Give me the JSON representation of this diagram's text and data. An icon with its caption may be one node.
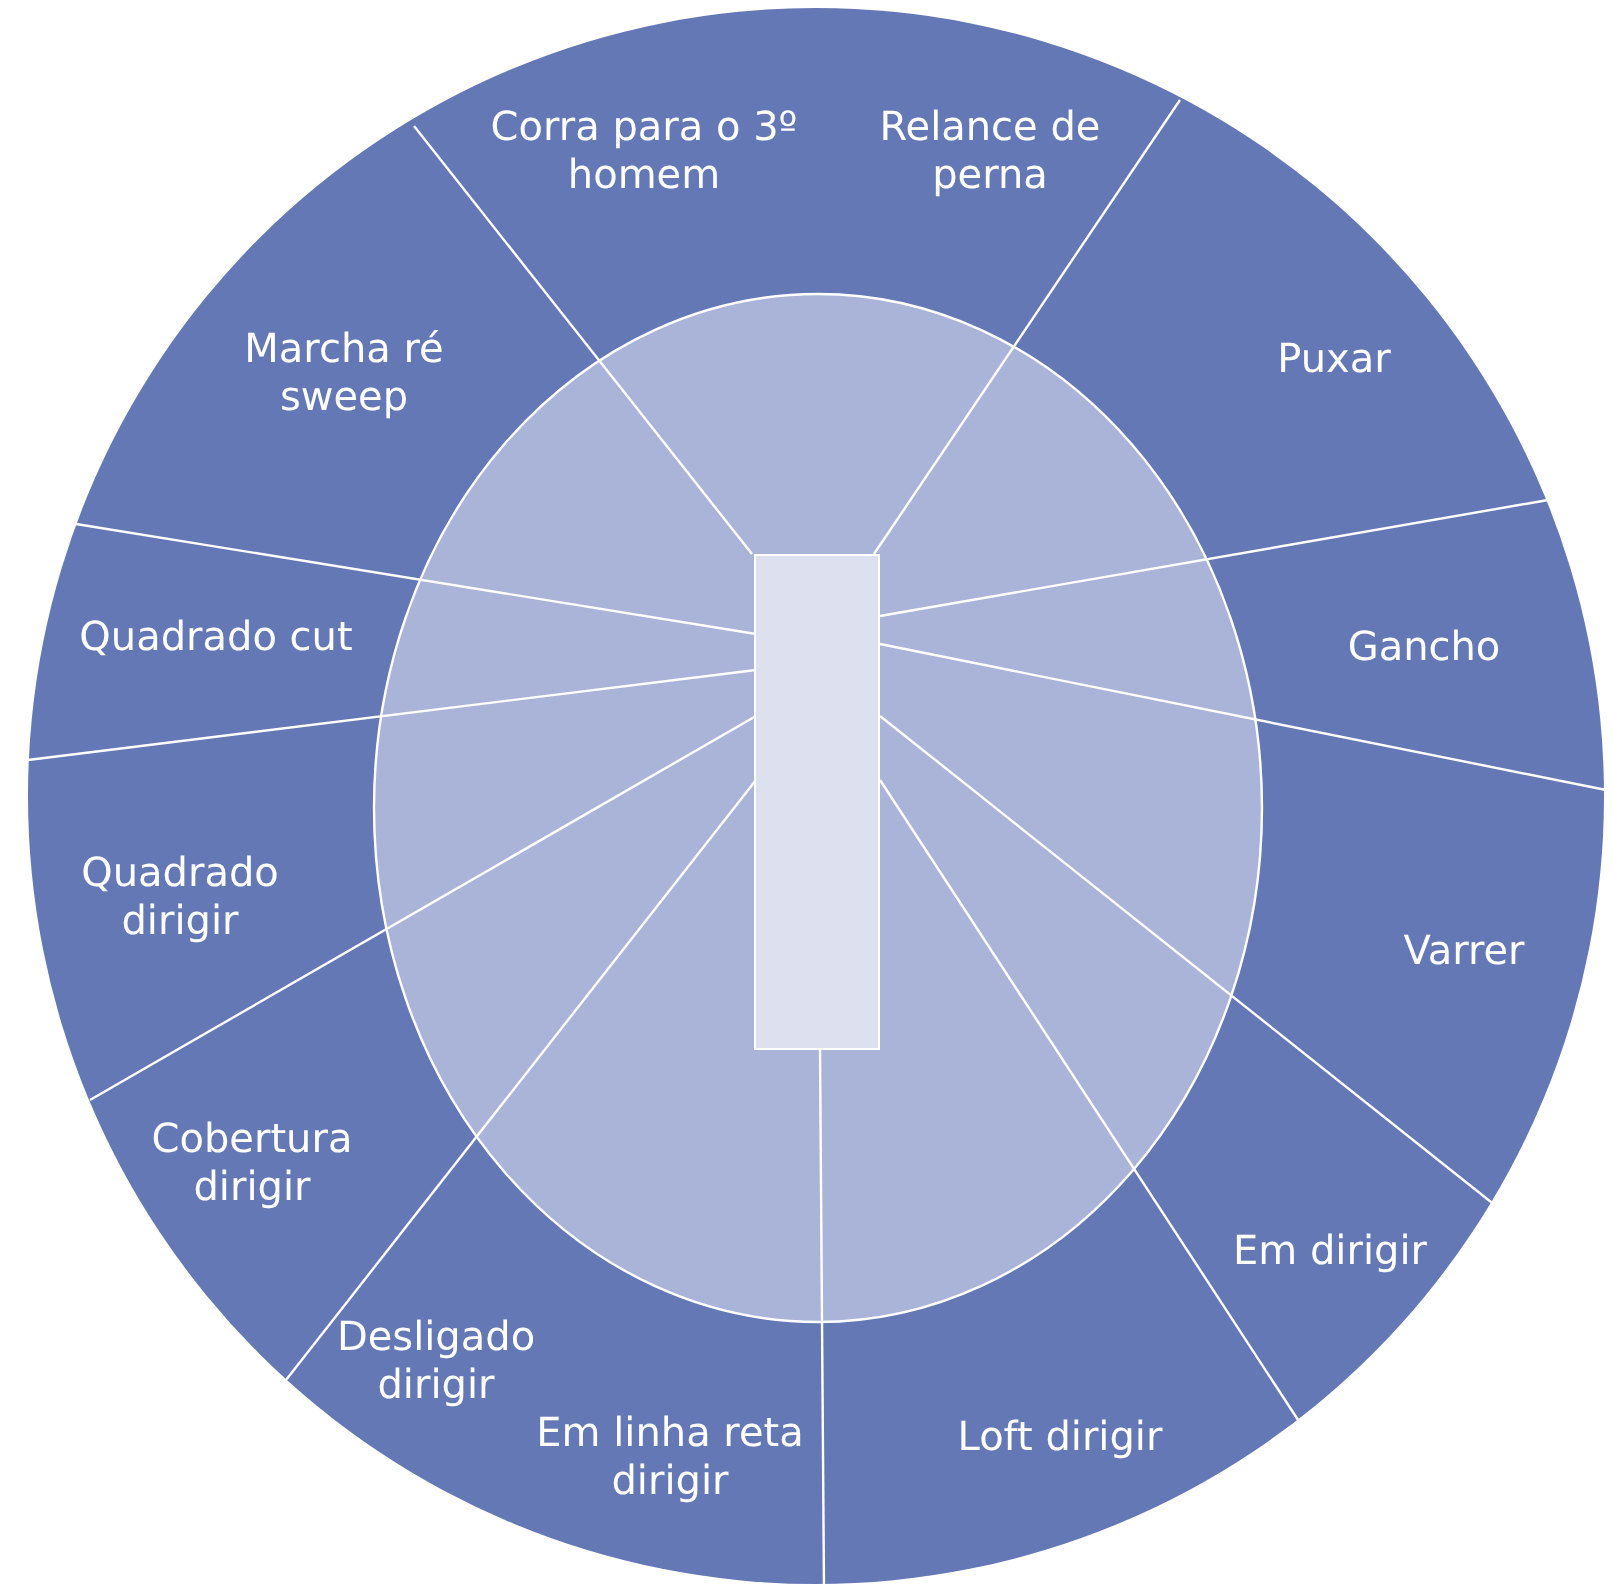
{
  "diagram": {
    "nodes": [
      {
        "text": [
          "Corra para o 3º homem"
        ]
      },
      {
        "text": [
          "Relance de perna"
        ]
      },
      {
        "text": [
          "Marcha ré sweep"
        ]
      },
      {
        "text": [
          "Puxar"
        ]
      },
      {
        "text": [
          "Quadrado cut"
        ]
      },
      {
        "text": [
          "Gancho"
        ]
      },
      {
        "text": [
          "Quadrado dirigir"
        ]
      },
      {
        "text": [
          "Varrer"
        ]
      },
      {
        "text": [
          "Cobertura dirigir"
        ]
      },
      {
        "text": [
          "Em dirigir"
        ]
      },
      {
        "text": [
          "Desligado dirigir"
        ]
      },
      {
        "text": [
          "Em linha reta dirigir"
        ]
      },
      {
        "text": [
          "Loft dirigir"
        ]
      },
      {
        "text": [],
        "shape": "box"
      }
    ],
    "edges": []
  }
}
